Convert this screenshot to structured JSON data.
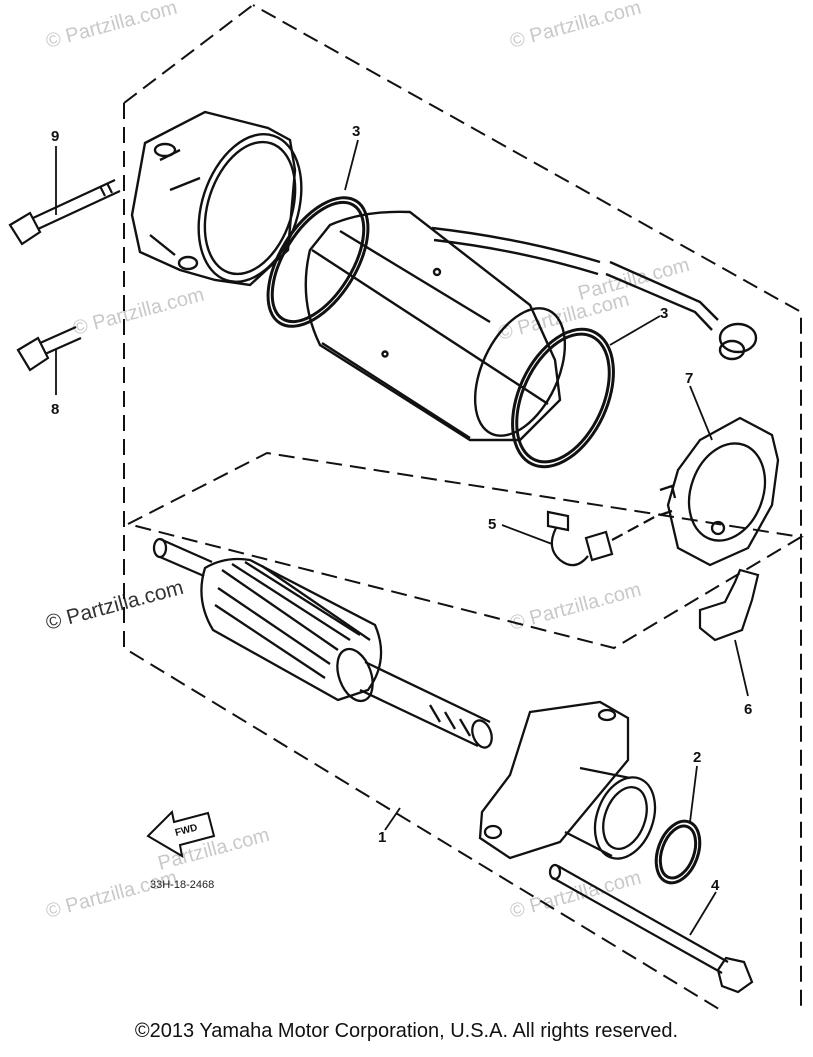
{
  "diagram": {
    "callouts": {
      "c1": "1",
      "c2": "2",
      "c3a": "3",
      "c3b": "3",
      "c4": "4",
      "c5": "5",
      "c6": "6",
      "c7": "7",
      "c8": "8",
      "c9": "9"
    },
    "fwd_label": "FWD",
    "drawing_code": "33H-18-2468",
    "watermarks": {
      "brand": "© Partzilla.com",
      "brand_short": "Partzilla.com"
    },
    "colors": {
      "line": "#111111",
      "watermark": "#c9c9c9"
    }
  },
  "footer": {
    "copyright": "©2013  Yamaha Motor Corporation, U.S.A. All rights reserved."
  }
}
